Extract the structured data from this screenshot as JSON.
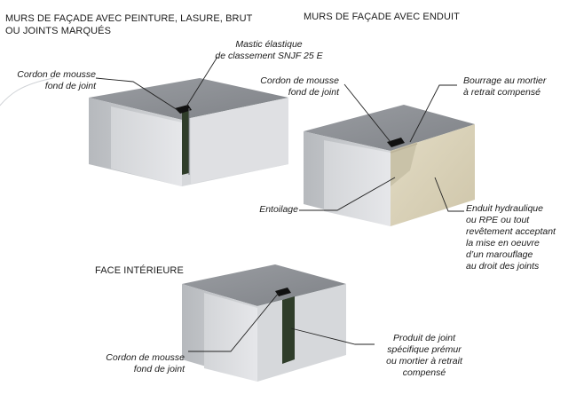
{
  "headings": {
    "exterior_painted": [
      "MURS DE FAÇADE AVEC PEINTURE, LASURE, BRUT",
      "OU JOINTS MARQUÉS"
    ],
    "exterior_render": [
      "MURS DE FAÇADE AVEC ENDUIT"
    ],
    "interior": [
      "FACE INTÉRIEURE"
    ]
  },
  "labels": {
    "foam_cord_1": [
      "Cordon de mousse",
      "fond de joint"
    ],
    "mastic": [
      "Mastic élastique",
      "de classement SNJF 25 E"
    ],
    "foam_cord_2": [
      "Cordon de mousse",
      "fond de joint"
    ],
    "mortar_fill": [
      "Bourrage au mortier",
      "à retrait compensé"
    ],
    "mesh": [
      "Entoilage"
    ],
    "render": [
      "Enduit hydraulique",
      "ou RPE ou tout",
      "revêtement acceptant",
      "la mise en oeuvre",
      "d’un marouflage",
      "au droit des joints"
    ],
    "foam_cord_3": [
      "Cordon de mousse",
      "fond de joint"
    ],
    "joint_product": [
      "Produit de joint",
      "spécifique prémur",
      "ou mortier à retrait",
      "compensé"
    ]
  },
  "colors": {
    "block_top": "#8f9297",
    "block_front": "#dcdde0",
    "block_side": "#c7c9cd",
    "band": "#eceef0",
    "sealant": "#2f3d2a",
    "foam": "#111111",
    "render": "#d9d1b8",
    "leader": "#222222"
  }
}
